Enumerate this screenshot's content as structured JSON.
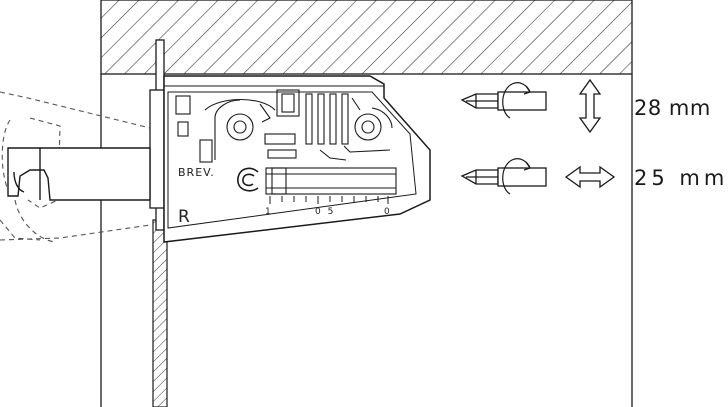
{
  "dimensions": {
    "vertical_label": "28 mm",
    "horizontal_label": "25 mm"
  },
  "part_markings": {
    "patent_mark": "BREV.",
    "side_letter": "R",
    "scale_tick_1": "1",
    "scale_tick_05": "0 5",
    "scale_tick_0": "0"
  },
  "icons": {
    "screwdriver": "screwdriver-icon",
    "rotation": "rotation-arrow-icon",
    "vertical_adjust": "double-arrow-vertical-icon",
    "horizontal_adjust": "double-arrow-horizontal-icon"
  },
  "colors": {
    "line": "#1a1a1a",
    "hatch": "#3a3a3a",
    "dashed": "#555555",
    "background": "#ffffff"
  }
}
